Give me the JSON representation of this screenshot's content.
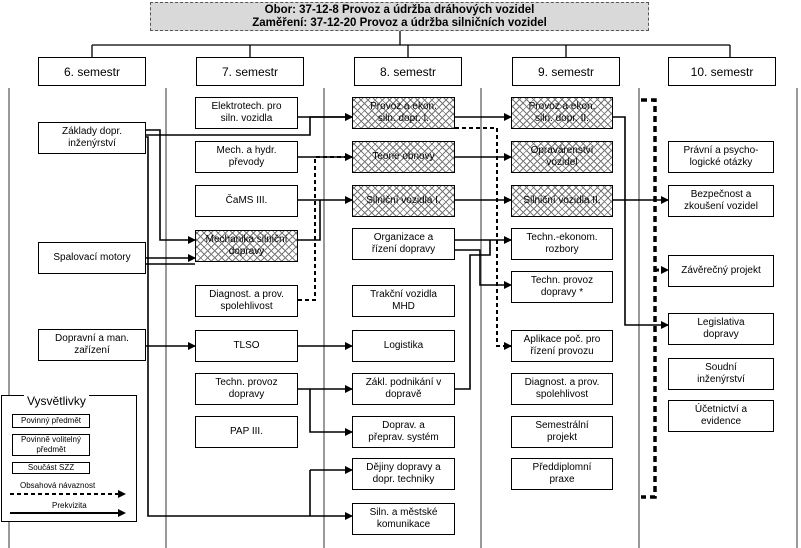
{
  "header": {
    "line1": "Obor:  37-12-8 Provoz a údržba dráhových vozidel",
    "line2": "Zaměření: 37-12-20 Provoz a údržba silničních vozidel"
  },
  "semesters": [
    "6. semestr",
    "7. semestr",
    "8. semestr",
    "9. semestr",
    "10. semestr"
  ],
  "courses": {
    "s6_1": "Základy dopr.\ninženýrství",
    "s6_2": "Spalovací motory",
    "s6_3": "Dopravní a man.\nzařízení",
    "s7_1": "Elektrotech. pro\nsiln. vozidla",
    "s7_2": "Mech. a hydr.\npřevody",
    "s7_3": "ČaMS III.",
    "s7_4": "Mechanika silniční\ndopravy",
    "s7_5": "Diagnost. a prov.\nspolehlivost",
    "s7_6": "TLSO",
    "s7_7": "Techn. provoz\ndopravy",
    "s7_8": "PAP III.",
    "s8_1": "Provoz a ekon.\nsiln. dopr. I.",
    "s8_2": "Teorie obnovy",
    "s8_3": "Silniční vozidla I.",
    "s8_4": "Organizace a\nřízení dopravy",
    "s8_5": "Trakční vozidla\nMHD",
    "s8_6": "Logistika",
    "s8_7": "Zákl. podnikání v\ndopravě",
    "s8_8": "Doprav. a\npřeprav. systém",
    "s8_9": "Dějiny dopravy a\ndopr. techniky",
    "s8_10": "Siln. a městské\nkomunikace",
    "s9_1": "Provoz a ekon.\nsiln. dopr. II.",
    "s9_2": "Opravárenství\nvozidel",
    "s9_3": "Silniční vozidla II.",
    "s9_4": "Techn.-ekonom.\nrozbory",
    "s9_5": "Techn. provoz\ndopravy *",
    "s9_6": "Aplikace poč. pro\nřízení provozu",
    "s9_7": "Diagnost. a prov.\nspolehlivost",
    "s9_8": "Semestrální\nprojekt",
    "s9_9": "Předdiplomní\npraxe",
    "s10_1": "Právní a psycho-\nlogické otázky",
    "s10_2": "Bezpečnost a\nzkoušení vozidel",
    "s10_3": "Závěrečný projekt",
    "s10_4": "Legislativa\ndopravy",
    "s10_5": "Soudní\ninženýrství",
    "s10_6": "Účetnictví a\nevidence"
  },
  "legend": {
    "title": "Vysvětlivky",
    "mandatory": "Povinný předmět",
    "elective": "Povinně volitelný\npředmět",
    "state_exam": "Součást SZZ",
    "content_link": "Obsahová návaznost",
    "prerequisite": "Prekvizita"
  },
  "colors": {
    "hatch": "#777777",
    "header_bg": "#d9d9d9",
    "line": "#000000",
    "column_line": "#999999"
  }
}
